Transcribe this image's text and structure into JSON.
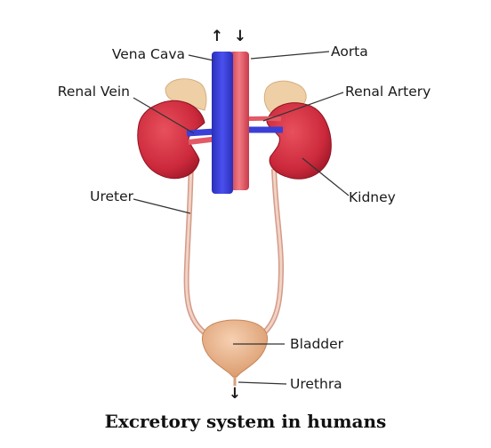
{
  "labels": {
    "vena_cava": "Vena Cava",
    "aorta": "Aorta",
    "renal_vein": "Renal Vein",
    "renal_artery": "Renal Artery",
    "ureter": "Ureter",
    "kidney": "Kidney",
    "bladder": "Bladder",
    "urethra": "Urethra"
  },
  "flow_arrows": {
    "up": "↑",
    "down": "↓",
    "urine_out": "↓"
  },
  "caption": "Excretory system in humans",
  "colors": {
    "kidney": "#cc2a3c",
    "adrenal": "#efcfa5",
    "vein": "#3a3fd6",
    "artery": "#e25a66",
    "ureter": "#e8c0b0",
    "bladder": "#eab78f"
  }
}
